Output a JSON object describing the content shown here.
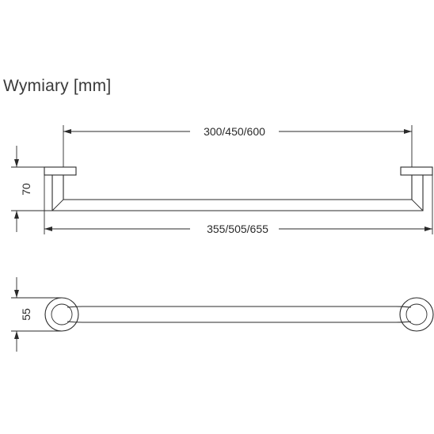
{
  "title": "Wymiary [mm]",
  "dimensions": {
    "inner_length": "300/450/600",
    "outer_length": "355/505/655",
    "height": "70",
    "diameter": "55"
  },
  "colors": {
    "stroke": "#2a2a2a",
    "text": "#3a3a3a",
    "background": "#ffffff"
  }
}
